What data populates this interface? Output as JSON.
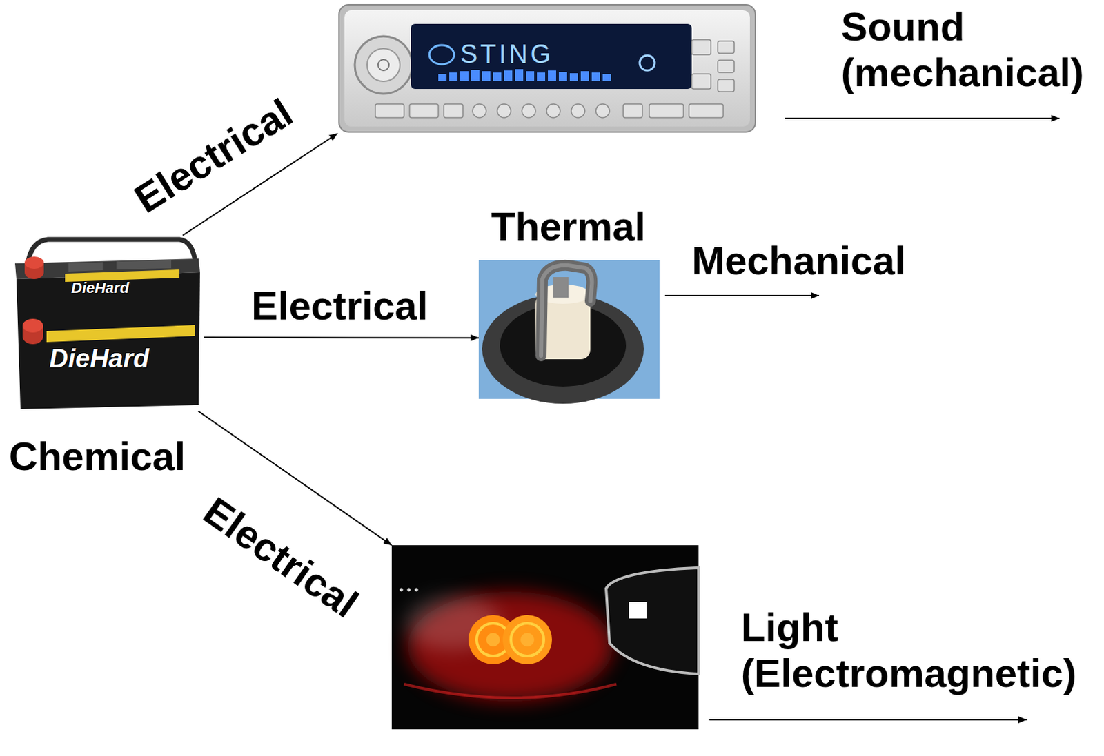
{
  "diagram": {
    "nodes": [
      {
        "text": []
      },
      {
        "text": [
          "Chemical"
        ]
      },
      {
        "text": [
          "Thermal"
        ]
      },
      {
        "text": []
      }
    ],
    "edges": [
      {
        "from": 1,
        "to": 0,
        "label": "Electrical",
        "arrow": "to"
      },
      {
        "from": 1,
        "to": 2,
        "label": "Electrical",
        "arrow": "to"
      },
      {
        "from": 1,
        "to": 3,
        "label": "Electrical",
        "arrow": "to"
      }
    ],
    "labels": [
      "Sound (mechanical)",
      "STING",
      "Mechanical",
      "DieHard",
      "DieHard",
      "Light (Electromagnetic)"
    ]
  }
}
